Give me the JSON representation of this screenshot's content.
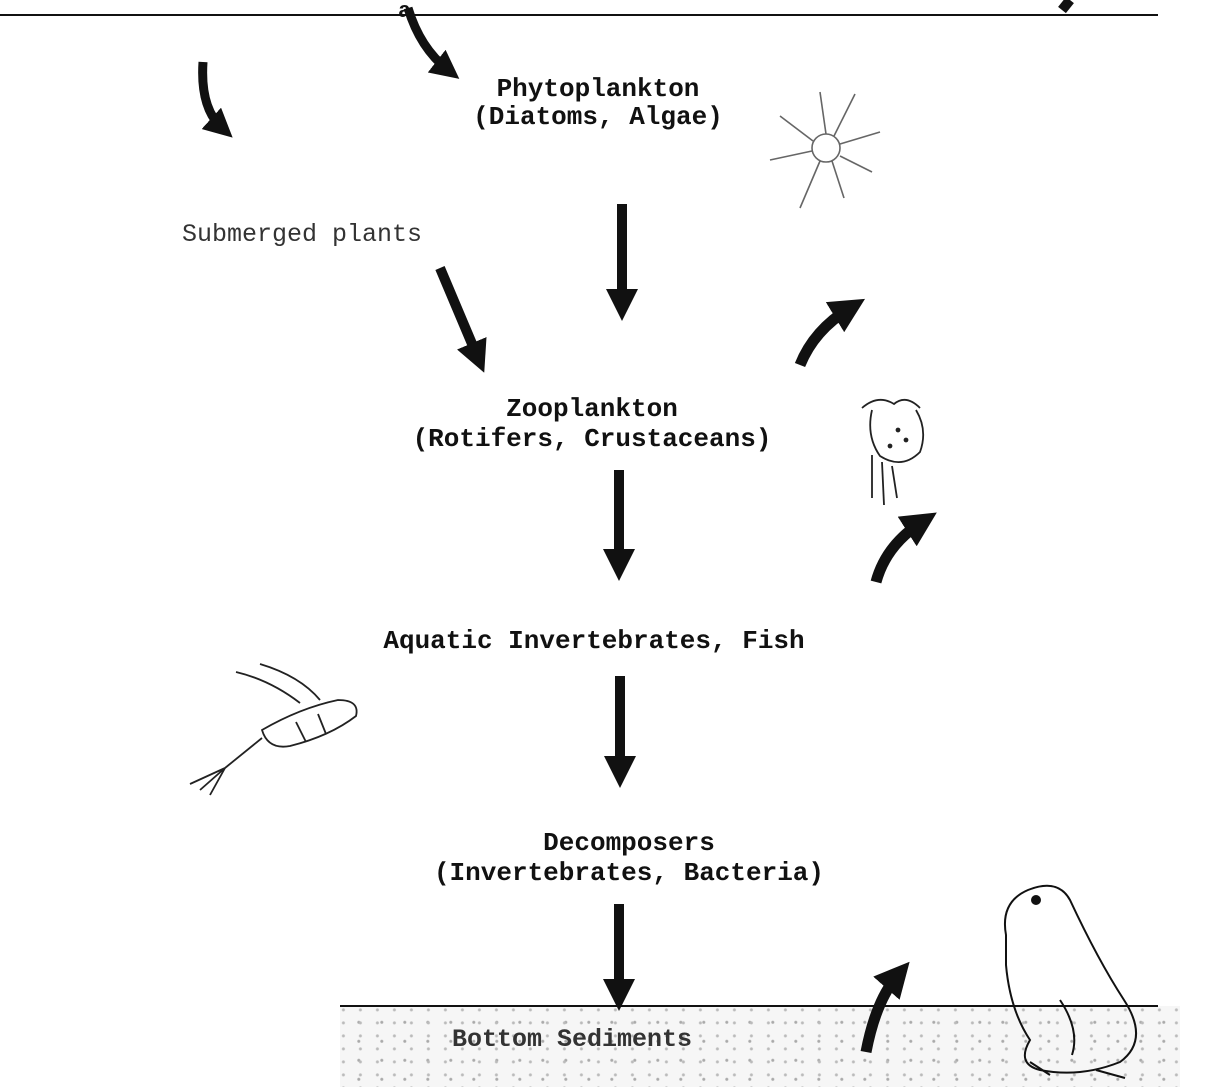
{
  "diagram": {
    "corner_letter": "a",
    "nodes": {
      "phytoplankton": {
        "name": "Phytoplankton",
        "detail": "(Diatoms, Algae)"
      },
      "submerged_plants": {
        "name": "Submerged plants"
      },
      "zooplankton": {
        "name": "Zooplankton",
        "detail": "(Rotifers, Crustaceans)"
      },
      "invertebrates_fish": {
        "name": "Aquatic Invertebrates, Fish"
      },
      "decomposers": {
        "name": "Decomposers",
        "detail": "(Invertebrates, Bacteria)"
      },
      "sediments": {
        "name": "Bottom Sediments"
      }
    },
    "illustrations": [
      "diatom-sketch",
      "rotifer-sketch",
      "crustacean-sketch",
      "frog-sketch"
    ]
  }
}
